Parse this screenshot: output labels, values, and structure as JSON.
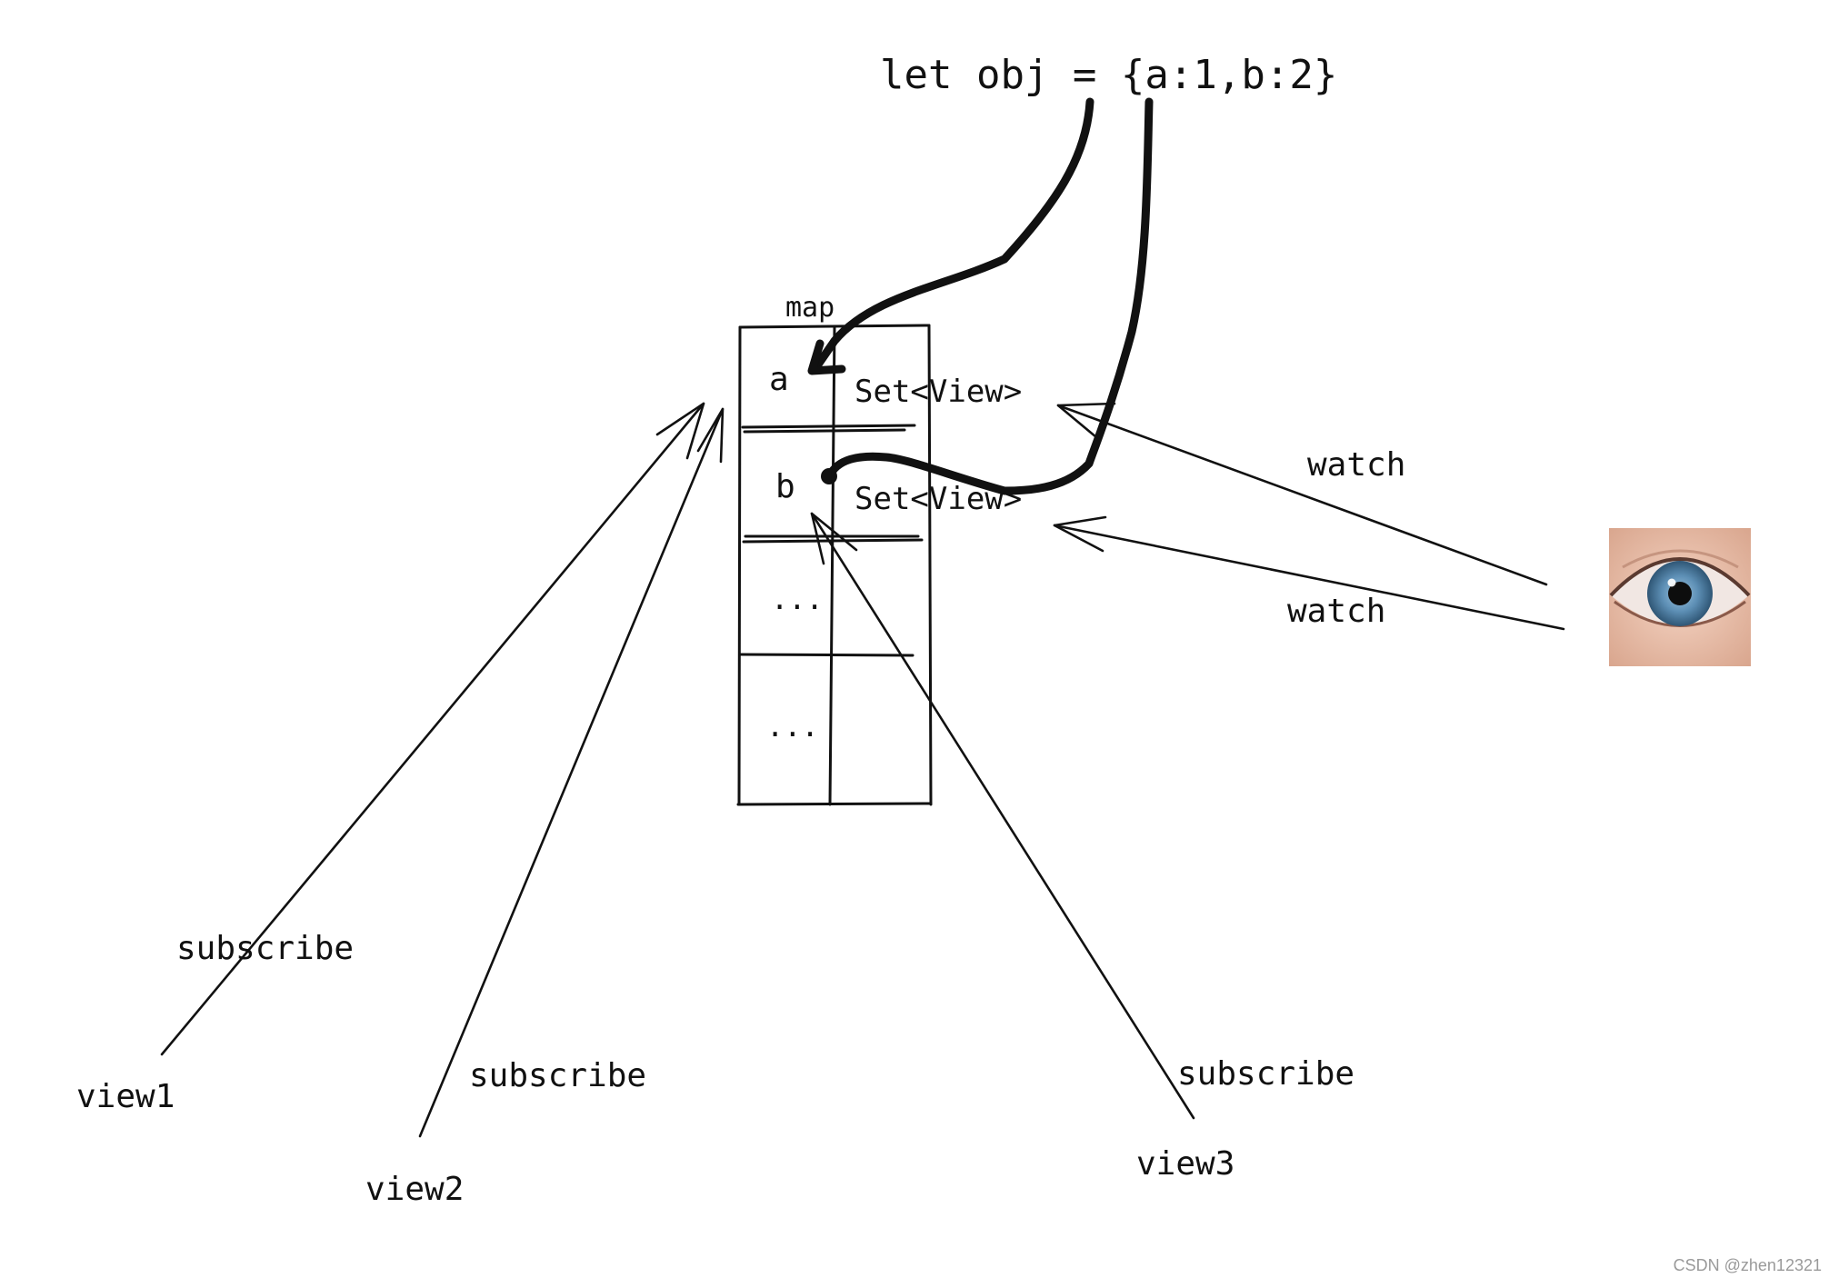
{
  "code": "let obj = {a:1,b:2}",
  "map": {
    "label": "map",
    "rows": [
      {
        "key": "a",
        "value": "Set<View>"
      },
      {
        "key": "b",
        "value": "Set<View>"
      },
      {
        "key": "...",
        "value": ""
      },
      {
        "key": "...",
        "value": ""
      }
    ]
  },
  "views": [
    "view1",
    "view2",
    "view3"
  ],
  "subscribe_labels": [
    "subscribe",
    "subscribe",
    "subscribe"
  ],
  "watch_labels": [
    "watch",
    "watch"
  ],
  "watcher": {
    "icon": "eye-icon"
  },
  "watermark": "CSDN @zhen12321"
}
